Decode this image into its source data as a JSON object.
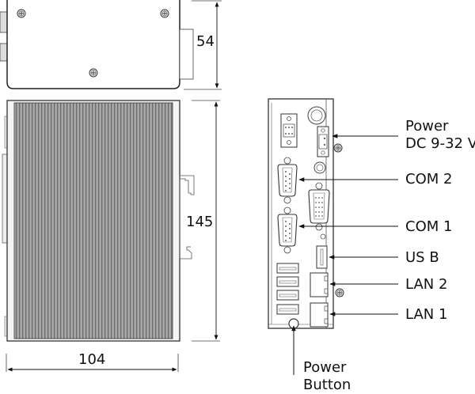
{
  "dimensions": {
    "depth": "54",
    "height": "145",
    "width": "104"
  },
  "ports": [
    {
      "id": "power",
      "line1": "Power",
      "line2": "DC 9-32 V"
    },
    {
      "id": "com2",
      "line1": "COM 2"
    },
    {
      "id": "com1",
      "line1": "COM 1"
    },
    {
      "id": "usb",
      "line1": "US B"
    },
    {
      "id": "lan2",
      "line1": "LAN 2"
    },
    {
      "id": "lan1",
      "line1": "LAN 1"
    }
  ],
  "power_button": {
    "line1": "Power",
    "line2": "Button"
  }
}
